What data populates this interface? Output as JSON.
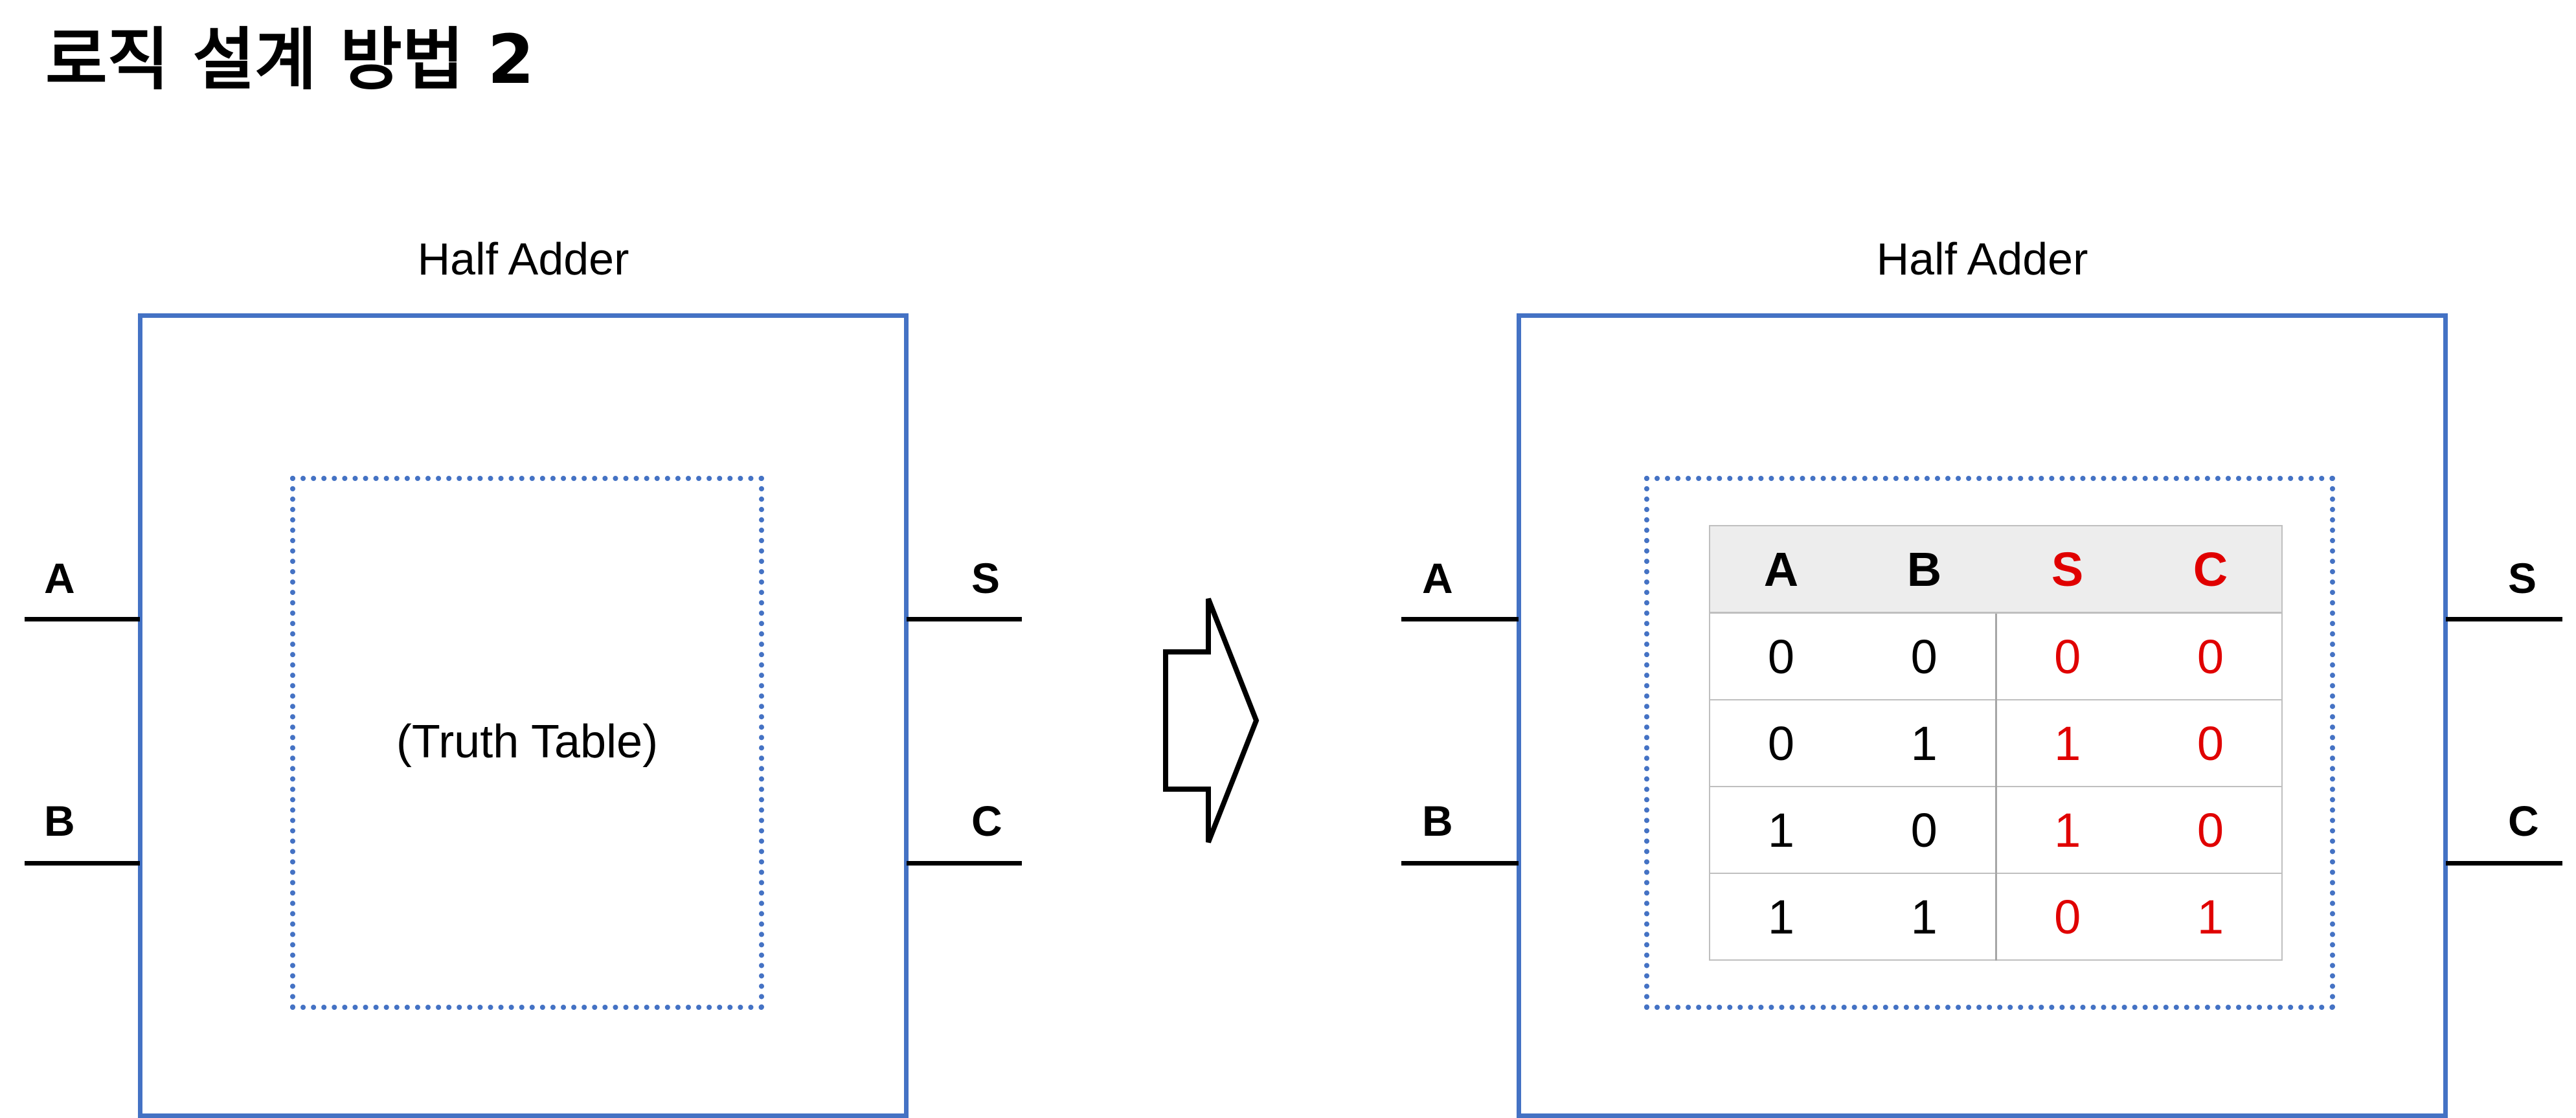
{
  "title": "로직 설계 방법 2",
  "left_block": {
    "title": "Half Adder",
    "inputs": [
      "A",
      "B"
    ],
    "outputs": [
      "S",
      "C"
    ],
    "inner_text": "(Truth Table)"
  },
  "right_block": {
    "title": "Half Adder",
    "inputs": [
      "A",
      "B"
    ],
    "outputs": [
      "S",
      "C"
    ],
    "truth_table": {
      "headers": [
        "A",
        "B",
        "S",
        "C"
      ],
      "rows": [
        [
          "0",
          "0",
          "0",
          "0"
        ],
        [
          "0",
          "1",
          "1",
          "0"
        ],
        [
          "1",
          "0",
          "1",
          "0"
        ],
        [
          "1",
          "1",
          "0",
          "1"
        ]
      ]
    }
  },
  "colors": {
    "box_border": "#4472c4",
    "output_text": "#e00000",
    "wire": "#000000"
  },
  "icons": {
    "transform_arrow": "right-arrow-outline-icon"
  }
}
